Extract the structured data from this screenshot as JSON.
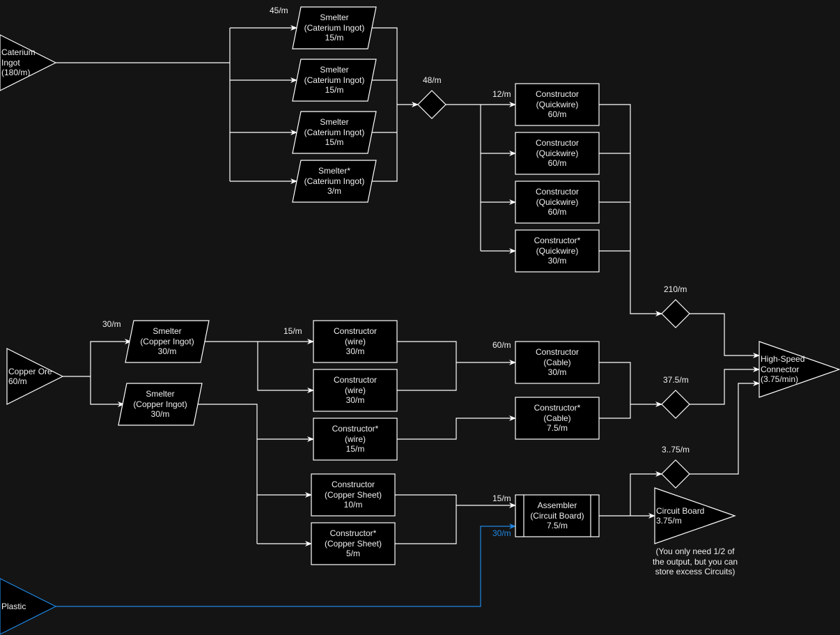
{
  "colors": {
    "background": "#141414",
    "line": "#ffffff",
    "node_fill": "#000000",
    "plastic_line": "#1e88e5"
  },
  "inputs": {
    "caterium": {
      "lines": [
        "Caterium",
        "Ingot",
        "(180/m)"
      ]
    },
    "copper": {
      "lines": [
        "Copper Ore",
        "60/m"
      ]
    },
    "plastic": {
      "lines": [
        "Plastic"
      ]
    }
  },
  "caterium_smelters": [
    {
      "title": "Smelter",
      "recipe": "(Caterium Ingot)",
      "rate": "15/m"
    },
    {
      "title": "Smelter",
      "recipe": "(Caterium Ingot)",
      "rate": "15/m"
    },
    {
      "title": "Smelter",
      "recipe": "(Caterium Ingot)",
      "rate": "15/m"
    },
    {
      "title": "Smelter*",
      "recipe": "(Caterium Ingot)",
      "rate": "3/m"
    }
  ],
  "quickwire_constructors": [
    {
      "title": "Constructor",
      "recipe": "(Quickwire)",
      "rate": "60/m"
    },
    {
      "title": "Constructor",
      "recipe": "(Quickwire)",
      "rate": "60/m"
    },
    {
      "title": "Constructor",
      "recipe": "(Quickwire)",
      "rate": "60/m"
    },
    {
      "title": "Constructor*",
      "recipe": "(Quickwire)",
      "rate": "30/m"
    }
  ],
  "copper_smelters": [
    {
      "title": "Smelter",
      "recipe": "(Copper Ingot)",
      "rate": "30/m"
    },
    {
      "title": "Smelter",
      "recipe": "(Copper Ingot)",
      "rate": "30/m"
    }
  ],
  "wire_constructors": [
    {
      "title": "Constructor",
      "recipe": "(wire)",
      "rate": "30/m"
    },
    {
      "title": "Constructor",
      "recipe": "(wire)",
      "rate": "30/m"
    },
    {
      "title": "Constructor*",
      "recipe": "(wire)",
      "rate": "15/m"
    }
  ],
  "sheet_constructors": [
    {
      "title": "Constructor",
      "recipe": "(Copper Sheet)",
      "rate": "10/m"
    },
    {
      "title": "Constructor*",
      "recipe": "(Copper Sheet)",
      "rate": "5/m"
    }
  ],
  "cable_constructors": [
    {
      "title": "Constructor",
      "recipe": "(Cable)",
      "rate": "30/m"
    },
    {
      "title": "Constructor*",
      "recipe": "(Cable)",
      "rate": "7.5/m"
    }
  ],
  "assembler": {
    "title": "Assembler",
    "recipe": "(Circuit Board)",
    "rate": "7.5/m"
  },
  "outputs": {
    "hsc": {
      "lines": [
        "High-Speed",
        "Connector",
        "(3.75/min)"
      ]
    },
    "circuit": {
      "lines": [
        "Circuit Board",
        "3.75/m"
      ]
    }
  },
  "note": {
    "lines": [
      "(You only need 1/2 of",
      "the output, but you can",
      "store excess Circuits)"
    ]
  },
  "edge_labels": {
    "caterium_split": "45/m",
    "caterium_merge": "48/m",
    "quickwire_split": "12/m",
    "quickwire_merge": "210/m",
    "copper_split": "30/m",
    "wire_split": "15/m",
    "cable_split": "60/m",
    "cable_merge": "37.5/m",
    "circuit_merge": "3..75/m",
    "sheet_to_assembler": "15/m",
    "plastic_to_assembler": "30/m"
  }
}
